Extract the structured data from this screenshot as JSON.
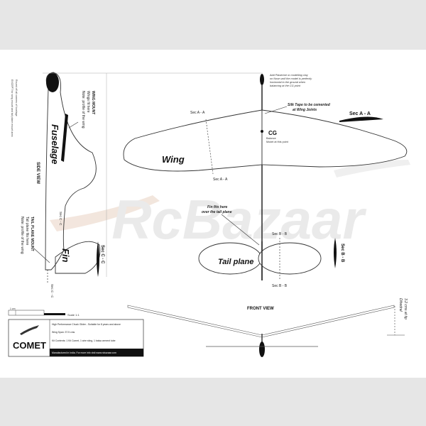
{
  "plan": {
    "fuselage_label": "Fuselage",
    "side_view_label": "SIDE VIEW",
    "fin_label": "Fin",
    "wing_label": "Wing",
    "tail_plane_label": "Tail plane",
    "front_view_label": "FRONT VIEW",
    "wing_mount_note": [
      "WING MOUNT",
      "Wings fit here",
      "Note: profile of the wing"
    ],
    "tail_mount_note": [
      "TAIL PLANE MOUNT",
      "Tail plane fits here",
      "Note: profile of the wing"
    ],
    "rotated_note": [
      "Round off all corners of fuselage",
      "EXCEPT for wing mount and tail plane mount area"
    ],
    "plasticine_note": [
      "Add Plasticine or modelling clay",
      "on Nose until the model is perfectly",
      "horizontal to the ground when",
      "balancing at the CG point"
    ],
    "silk_tape_note": [
      "Silk Tape to be cemented",
      "at Wing Joints"
    ],
    "cg_label": "CG",
    "cg_note": [
      "Balance",
      "Model at this point"
    ],
    "fin_fits_note": [
      "Fin fits here",
      "over the tail plane"
    ],
    "sec_aa": "Sec A - A",
    "sec_bb": "Sec B - B",
    "sec_cc": "Sec C - C",
    "dihedral_label": [
      "Dihedral",
      "3.2 cms at tip"
    ],
    "scale_label": "Scale 1:1",
    "scale_unit": "1 cm",
    "brand": "COMET",
    "info_lines": [
      "High Performance Chuck Glider - Suitable for 8 years and above",
      "Wing Span: 37.5 cms",
      "Kit Contents: 1 Kit Comet, 1 wire sting, 1 balsa cement tube",
      "Manufactured in India. For more info visit www.rcbazaar.com"
    ],
    "watermark": "RcBazaar"
  }
}
